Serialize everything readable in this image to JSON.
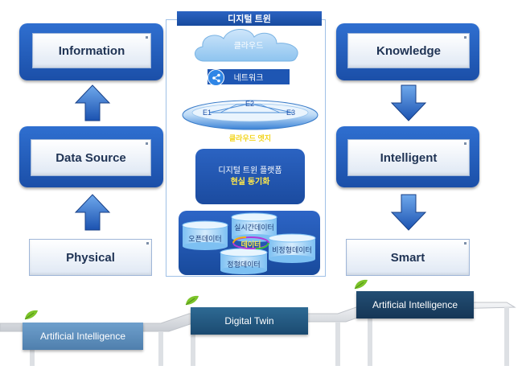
{
  "left_column": {
    "information": "Information",
    "data_source": "Data Source",
    "physical": "Physical"
  },
  "right_column": {
    "knowledge": "Knowledge",
    "intelligent": "Intelligent",
    "smart": "Smart"
  },
  "center": {
    "title": "디지털 트윈",
    "cloud": "클라우드",
    "network": "네트워크",
    "edge_nodes": [
      "E1",
      "E2",
      "E3"
    ],
    "cloud_edge": "클라우드 엣지",
    "platform_line1": "디지털 트윈 플랫폼",
    "platform_line2": "현실 동기화",
    "data_sources": {
      "open": "오픈데이터",
      "realtime": "실시간데이터",
      "center": "데이터",
      "unstructured": "비정형데이터",
      "structured": "정형데이터"
    }
  },
  "steps": {
    "left": "Artificial Intelligence",
    "middle": "Digital Twin",
    "right": "Artificial Intelligence"
  },
  "colors": {
    "panel_blue": "#1e57b5",
    "label_text": "#1f3354",
    "accent_yellow": "#ffe84a",
    "leaf_green": "#7cc42a"
  }
}
